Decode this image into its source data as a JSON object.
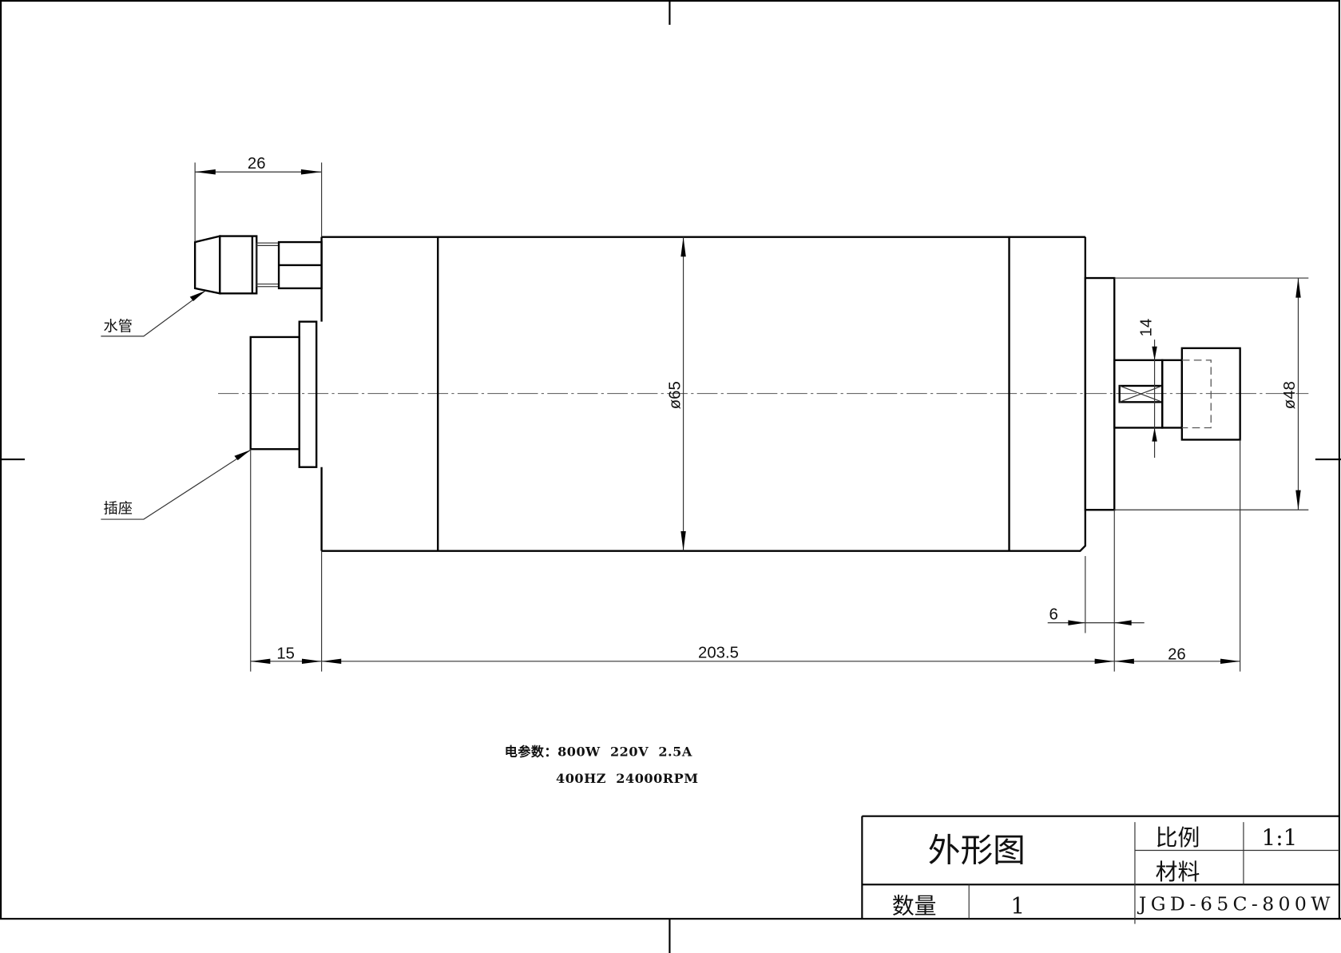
{
  "drawing": {
    "labels": {
      "water_pipe": "水管",
      "socket": "插座"
    },
    "dimensions": {
      "water_pipe_length": "26",
      "socket_length": "15",
      "body_length": "203.5",
      "nose_length": "6",
      "shaft_length": "26",
      "body_diameter": "ø65",
      "nose_diameter": "ø48",
      "collet_nut_size": "14"
    },
    "specs": {
      "line1": "电参数：800W  220V  2.5A",
      "line2": "400HZ  24000RPM"
    }
  },
  "title_block": {
    "title": "外形图",
    "scale_label": "比例",
    "scale_value": "1:1",
    "material_label": "材料",
    "material_value": "",
    "quantity_label": "数量",
    "quantity_value": "1",
    "model": "JGD-65C-800W"
  }
}
